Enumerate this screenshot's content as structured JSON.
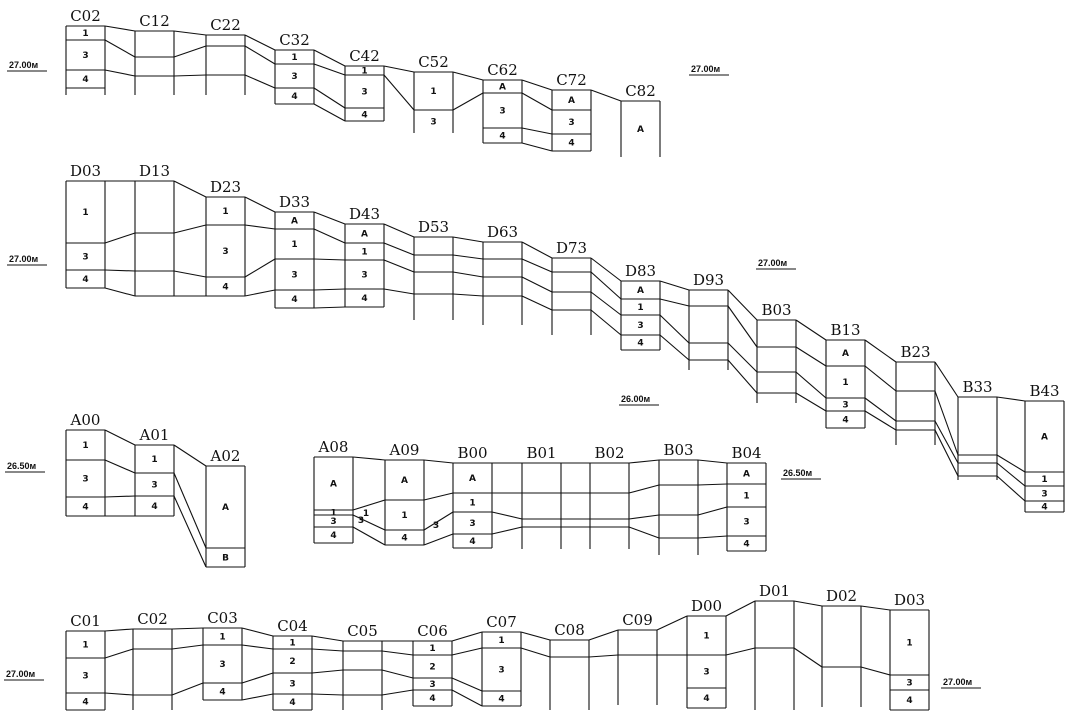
{
  "elevations": [
    {
      "id": "e1",
      "label": "27.00м"
    },
    {
      "id": "e2",
      "label": "27.00м"
    },
    {
      "id": "e3",
      "label": "27.00м"
    },
    {
      "id": "e4",
      "label": "27.00м"
    },
    {
      "id": "e5",
      "label": "26.00м"
    },
    {
      "id": "e6",
      "label": "26.50м"
    },
    {
      "id": "e7",
      "label": "26.50м"
    },
    {
      "id": "e8",
      "label": "27.00м"
    },
    {
      "id": "e9",
      "label": "27.00м"
    }
  ],
  "sections": [
    {
      "id": "row1",
      "columns": [
        {
          "name": "C02",
          "layers": [
            "1",
            "3",
            "4"
          ]
        },
        {
          "name": "C12",
          "layers": [
            "",
            "",
            ""
          ]
        },
        {
          "name": "C22",
          "layers": [
            "",
            ""
          ]
        },
        {
          "name": "C32",
          "layers": [
            "1",
            "3",
            "4"
          ]
        },
        {
          "name": "C42",
          "layers": [
            "1",
            "3",
            "4"
          ]
        },
        {
          "name": "C52",
          "layers": [
            "1",
            "3"
          ]
        },
        {
          "name": "C62",
          "layers": [
            "A",
            "3",
            "4"
          ]
        },
        {
          "name": "C72",
          "layers": [
            "A",
            "3",
            "4"
          ]
        },
        {
          "name": "C82",
          "layers": [
            "A"
          ]
        }
      ]
    },
    {
      "id": "row2",
      "columns": [
        {
          "name": "D03",
          "layers": [
            "1",
            "3",
            "4"
          ]
        },
        {
          "name": "D13",
          "layers": [
            "",
            "",
            ""
          ]
        },
        {
          "name": "D23",
          "layers": [
            "1",
            "3",
            "4"
          ]
        },
        {
          "name": "D33",
          "layers": [
            "A",
            "1",
            "3",
            "4"
          ]
        },
        {
          "name": "D43",
          "layers": [
            "A",
            "1",
            "3",
            "4"
          ]
        },
        {
          "name": "D53",
          "layers": [
            "",
            "",
            "",
            ""
          ]
        },
        {
          "name": "D63",
          "layers": [
            "",
            "",
            "",
            ""
          ]
        },
        {
          "name": "D73",
          "layers": [
            "",
            "",
            "",
            ""
          ]
        },
        {
          "name": "D83",
          "layers": [
            "A",
            "1",
            "3",
            "4"
          ]
        },
        {
          "name": "D93",
          "layers": [
            "",
            "",
            "",
            ""
          ]
        },
        {
          "name": "B03",
          "layers": [
            "",
            "",
            "",
            ""
          ]
        },
        {
          "name": "B13",
          "layers": [
            "A",
            "1",
            "3",
            "4"
          ]
        },
        {
          "name": "B23",
          "layers": [
            "",
            "",
            "",
            ""
          ]
        },
        {
          "name": "B33",
          "layers": [
            "",
            "",
            "",
            ""
          ]
        },
        {
          "name": "B43",
          "layers": [
            "A",
            "1",
            "3",
            "4"
          ]
        }
      ]
    },
    {
      "id": "row3a",
      "columns": [
        {
          "name": "A00",
          "layers": [
            "1",
            "3",
            "4"
          ]
        },
        {
          "name": "A01",
          "layers": [
            "1",
            "3",
            "4"
          ]
        },
        {
          "name": "A02",
          "layers": [
            "A",
            "B"
          ]
        }
      ]
    },
    {
      "id": "row3b",
      "columns": [
        {
          "name": "A08",
          "layers": [
            "A",
            "1",
            "3",
            "4"
          ]
        },
        {
          "name": "A09",
          "layers": [
            "A",
            "1",
            "4"
          ]
        },
        {
          "name": "B00",
          "layers": [
            "A",
            "1",
            "3",
            "4"
          ]
        },
        {
          "name": "B01",
          "layers": [
            "",
            "",
            "",
            ""
          ]
        },
        {
          "name": "B02",
          "layers": [
            "",
            "",
            "",
            ""
          ]
        },
        {
          "name": "B03",
          "layers": [
            "",
            "",
            "",
            ""
          ]
        },
        {
          "name": "B04",
          "layers": [
            "A",
            "1",
            "3",
            "4"
          ]
        }
      ],
      "gap_labels": [
        "1",
        "3",
        "3"
      ]
    },
    {
      "id": "row4",
      "columns": [
        {
          "name": "C01",
          "layers": [
            "1",
            "3",
            "4"
          ]
        },
        {
          "name": "C02",
          "layers": [
            "",
            "",
            ""
          ]
        },
        {
          "name": "C03",
          "layers": [
            "1",
            "3",
            "4"
          ]
        },
        {
          "name": "C04",
          "layers": [
            "1",
            "2",
            "3",
            "4"
          ]
        },
        {
          "name": "C05",
          "layers": [
            "",
            "",
            "",
            ""
          ]
        },
        {
          "name": "C06",
          "layers": [
            "1",
            "2",
            "3",
            "4"
          ]
        },
        {
          "name": "C07",
          "layers": [
            "1",
            "3",
            "4"
          ]
        },
        {
          "name": "C08",
          "layers": [
            "",
            ""
          ]
        },
        {
          "name": "C09",
          "layers": [
            "",
            ""
          ]
        },
        {
          "name": "D00",
          "layers": [
            "1",
            "3",
            "4"
          ]
        },
        {
          "name": "D01",
          "layers": [
            "",
            ""
          ]
        },
        {
          "name": "D02",
          "layers": [
            "",
            ""
          ]
        },
        {
          "name": "D03",
          "layers": [
            "1",
            "3",
            "4"
          ]
        }
      ]
    }
  ]
}
